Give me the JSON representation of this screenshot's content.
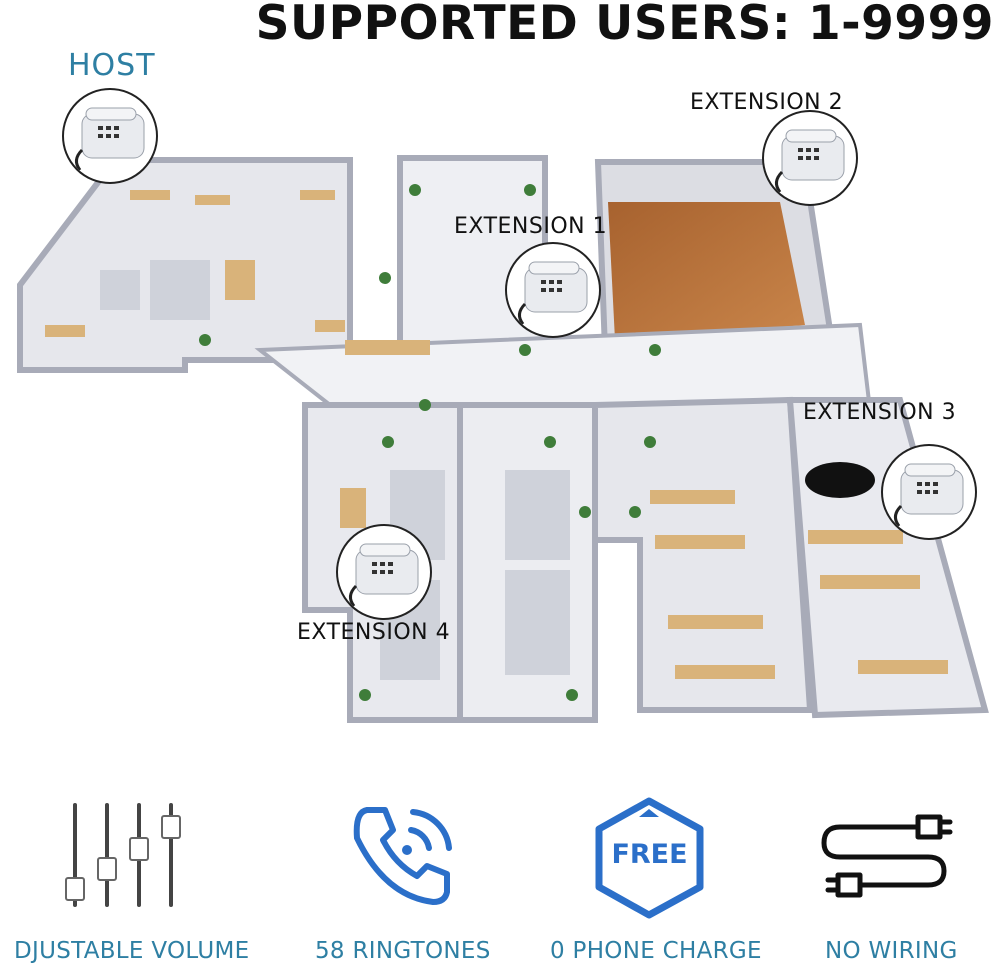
{
  "header": {
    "title": "SUPPORTED USERS: 1-9999"
  },
  "labels": {
    "host": "HOST",
    "extension_1": "EXTENSION 1",
    "extension_2": "EXTENSION 2",
    "extension_3": "EXTENSION 3",
    "extension_4": "EXTENSION 4"
  },
  "features": [
    {
      "label": "DJUSTABLE VOLUME",
      "icon": "volume-sliders-icon"
    },
    {
      "label": "58 RINGTONES",
      "icon": "ringing-phone-icon"
    },
    {
      "label": "0 PHONE CHARGE",
      "icon": "free-badge-icon"
    },
    {
      "label": "NO WIRING",
      "icon": "cable-plug-icon"
    }
  ],
  "badge": {
    "free_text": "FREE"
  },
  "colors": {
    "accent": "#2e7fa3",
    "icon_blue": "#2b6fc9",
    "headline": "#111111"
  }
}
